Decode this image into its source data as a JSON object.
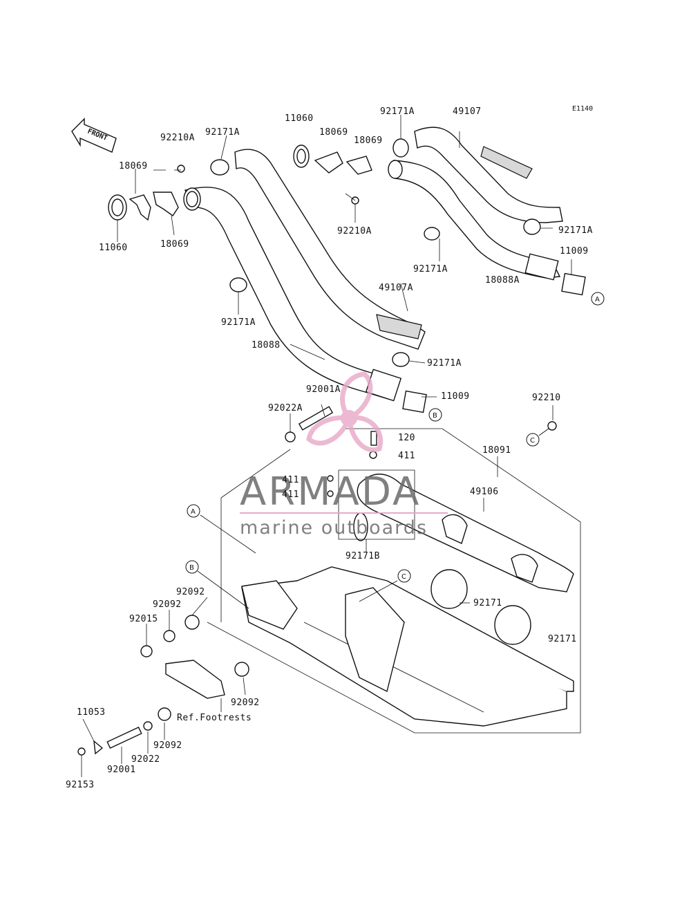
{
  "diagram_code": "E1140",
  "front_label": "FRONT",
  "callouts": {
    "a": "A",
    "b": "B",
    "c": "C"
  },
  "watermark": {
    "brand": "ARMADA",
    "tagline": "marine outboards",
    "color": "#e8a8c8"
  },
  "ref_text": "Ref.Footrests",
  "labels": {
    "l_11060_top": "11060",
    "l_92171a_top": "92171A",
    "l_49107_top": "49107",
    "l_92210a_left": "92210A",
    "l_92171a_left": "92171A",
    "l_18069_top": "18069",
    "l_18069_mid": "18069",
    "l_18069_left": "18069",
    "l_11060_left": "11060",
    "l_18069_lower": "18069",
    "l_92210a_mid": "92210A",
    "l_92171a_right": "92171A",
    "l_11009_right": "11009",
    "l_92171a_center": "92171A",
    "l_18088a": "18088A",
    "l_49107a": "49107A",
    "l_92171a_lowleft": "92171A",
    "l_18088": "18088",
    "l_92171a_mid": "92171A",
    "l_92001a": "92001A",
    "l_92022a": "92022A",
    "l_11009_mid": "11009",
    "l_92210": "92210",
    "l_120": "120",
    "l_411_a": "411",
    "l_18091": "18091",
    "l_411_b": "411",
    "l_411_c": "411",
    "l_49106": "49106",
    "l_92171b": "92171B",
    "l_92092_a": "92092",
    "l_92092_b": "92092",
    "l_92015": "92015",
    "l_92171_a": "92171",
    "l_92171_b": "92171",
    "l_92092_c": "92092",
    "l_11053": "11053",
    "l_92092_d": "92092",
    "l_92022": "92022",
    "l_92001": "92001",
    "l_92153": "92153"
  }
}
